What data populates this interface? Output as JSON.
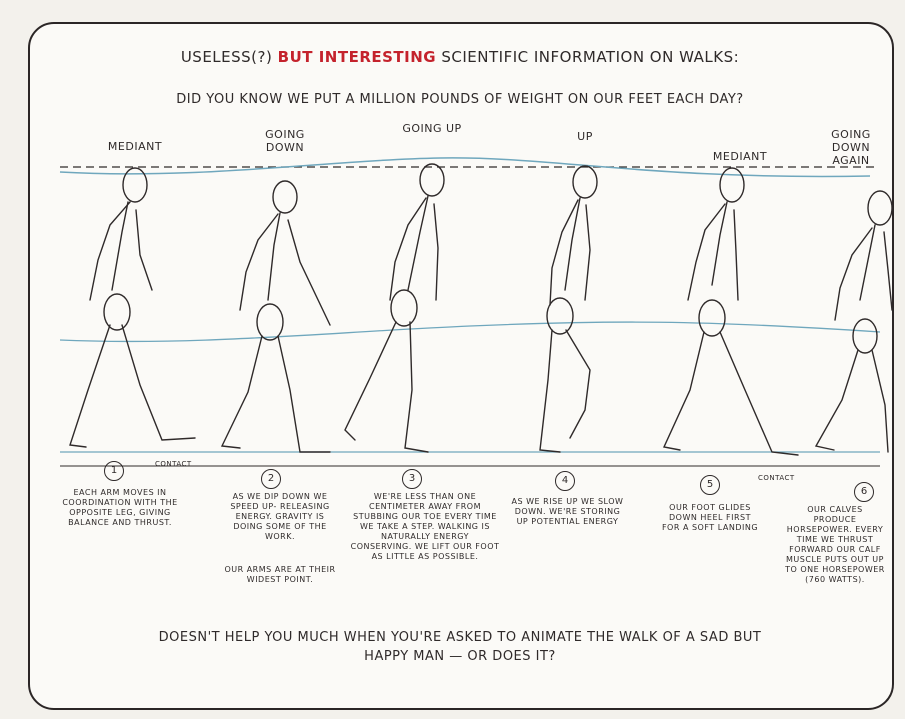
{
  "heading": {
    "prefix": "USELESS(?)",
    "accent": "BUT INTERESTING",
    "suffix": "SCIENTIFIC INFORMATION ON WALKS:",
    "accent_color": "#c4222c"
  },
  "subtitle": "DID YOU KNOW WE PUT A MILLION POUNDS OF WEIGHT ON OUR FEET EACH DAY?",
  "phases": [
    {
      "label": "MEDIANT",
      "number": "1",
      "caption": "EACH ARM MOVES IN COORDINATION WITH THE OPPOSITE LEG, GIVING BALANCE AND THRUST."
    },
    {
      "label": "GOING DOWN",
      "number": "2",
      "caption": "AS WE DIP DOWN WE SPEED UP- RELEASING ENERGY. GRAVITY IS DOING SOME OF THE WORK.",
      "caption2": "OUR ARMS ARE AT THEIR WIDEST POINT."
    },
    {
      "label": "GOING UP",
      "number": "3",
      "caption": "WE'RE LESS THAN ONE CENTIMETER AWAY FROM STUBBING OUR TOE EVERY TIME WE TAKE A STEP. WALKING IS NATURALLY ENERGY CONSERVING. WE LIFT OUR FOOT AS LITTLE AS POSSIBLE."
    },
    {
      "label": "UP",
      "number": "4",
      "caption": "AS WE RISE UP WE SLOW DOWN. WE'RE STORING UP POTENTIAL ENERGY"
    },
    {
      "label": "MEDIANT",
      "number": "5",
      "caption": "OUR FOOT GLIDES DOWN HEEL FIRST FOR A SOFT LANDING"
    },
    {
      "label": "GOING DOWN AGAIN",
      "number": "6",
      "caption": "OUR CALVES PRODUCE HORSEPOWER. EVERY TIME WE THRUST FORWARD OUR CALF MUSCLE PUTS OUT UP TO ONE HORSEPOWER (760 WATTS)."
    }
  ],
  "contact_labels": [
    "CONTACT",
    "CONTACT"
  ],
  "footer": "DOESN'T HELP YOU MUCH WHEN YOU'RE ASKED TO ANIMATE THE WALK OF A SAD BUT HAPPY MAN — OR DOES IT?",
  "colors": {
    "guide_line": "#6fa7bd",
    "ink": "#2f2a2a"
  }
}
